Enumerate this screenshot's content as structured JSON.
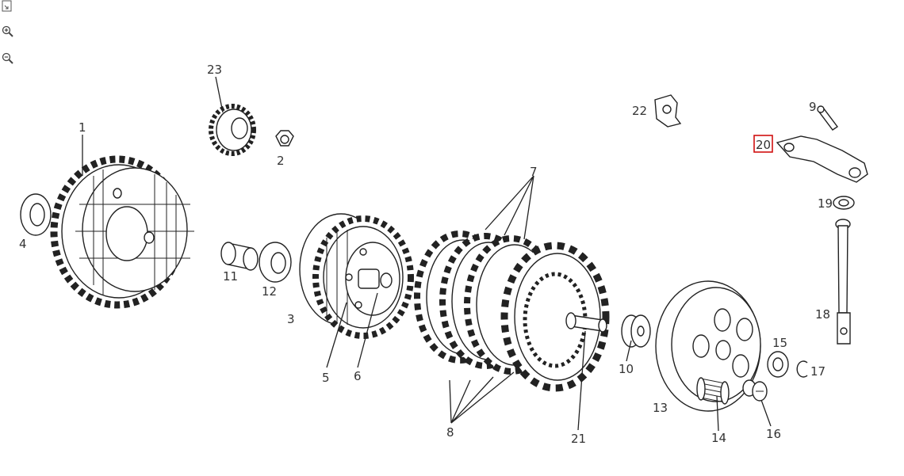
{
  "toolbar": {
    "icons": [
      "fit-to-window-icon",
      "zoom-in-icon",
      "zoom-out-icon"
    ]
  },
  "labels": {
    "p1": "1",
    "p2": "2",
    "p3": "3",
    "p4": "4",
    "p5": "5",
    "p6": "6",
    "p7": "7",
    "p8": "8",
    "p9": "9",
    "p10": "10",
    "p11": "11",
    "p12": "12",
    "p13": "13",
    "p14": "14",
    "p15": "15",
    "p16": "16",
    "p17": "17",
    "p18": "18",
    "p19": "19",
    "p20": "20",
    "p21": "21",
    "p22": "22",
    "p23": "23"
  },
  "highlight": {
    "selected_part": "20",
    "color": "#d01010"
  }
}
